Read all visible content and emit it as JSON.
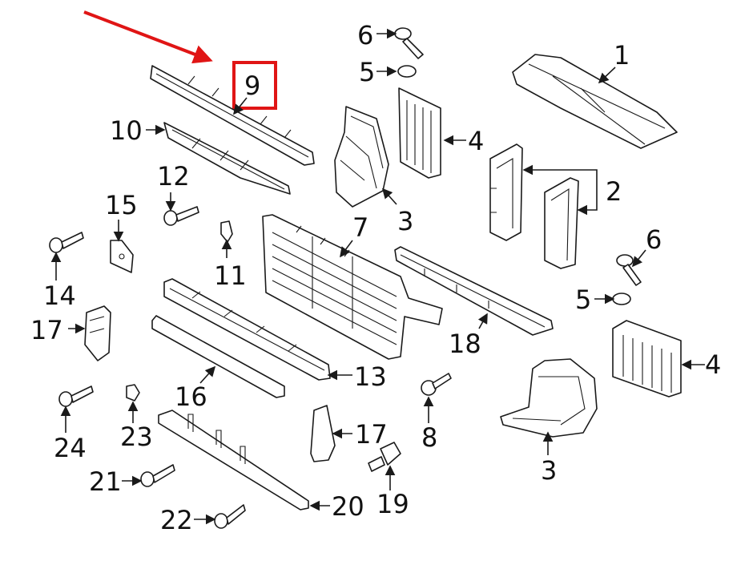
{
  "colors": {
    "highlight": "#e01515",
    "line": "#1a1a1a",
    "background": "#ffffff"
  },
  "highlighted_callout": "9",
  "callouts": {
    "c1": "1",
    "c2": "2",
    "c3a": "3",
    "c3b": "3",
    "c4a": "4",
    "c4b": "4",
    "c5a": "5",
    "c5b": "5",
    "c6a": "6",
    "c6b": "6",
    "c7": "7",
    "c8": "8",
    "c9": "9",
    "c10": "10",
    "c11": "11",
    "c12": "12",
    "c13": "13",
    "c14": "14",
    "c15": "15",
    "c16": "16",
    "c17a": "17",
    "c17b": "17",
    "c18": "18",
    "c19": "19",
    "c20": "20",
    "c21": "21",
    "c22": "22",
    "c23": "23",
    "c24": "24"
  }
}
